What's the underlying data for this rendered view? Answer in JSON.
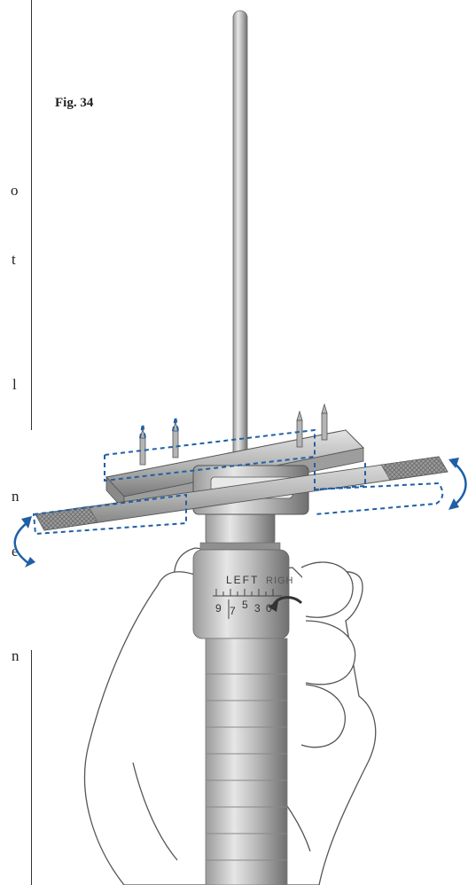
{
  "figure": {
    "label": "Fig. 34",
    "dial_text": "LEFT",
    "dial_text_right": "RIGH",
    "dial_numbers": [
      "9",
      "7",
      "5",
      "3",
      "0"
    ]
  },
  "margin_fragments": [
    "o",
    "t",
    "l",
    "n",
    "e",
    "n"
  ],
  "colors": {
    "arrow_blue": "#1f5fa8",
    "ink": "#333333"
  }
}
